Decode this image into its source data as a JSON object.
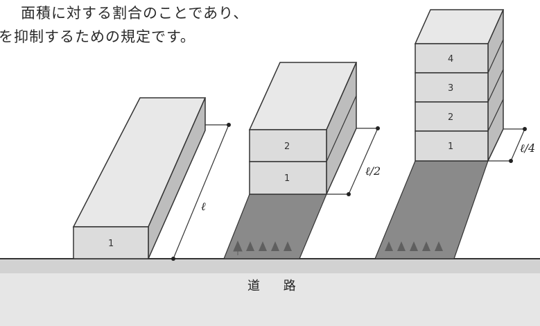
{
  "caption": {
    "line1": "面積に対する割合のことであり、",
    "line2": "を抑制するための規定です。"
  },
  "diagram": {
    "building1": {
      "floors": [
        "1"
      ],
      "depth_label": "ℓ"
    },
    "building2": {
      "floors": [
        "1",
        "2"
      ],
      "depth_label": "ℓ/2"
    },
    "building3": {
      "floors": [
        "1",
        "2",
        "3",
        "4"
      ],
      "depth_label": "ℓ/4"
    },
    "road_label": "道 路",
    "colors": {
      "building_front": "#dcdcdc",
      "building_side": "#bdbdbd",
      "building_top": "#e8e8e8",
      "open_space": "#8a8a8a",
      "road": "#e3e3e3",
      "outline": "#333333"
    }
  }
}
